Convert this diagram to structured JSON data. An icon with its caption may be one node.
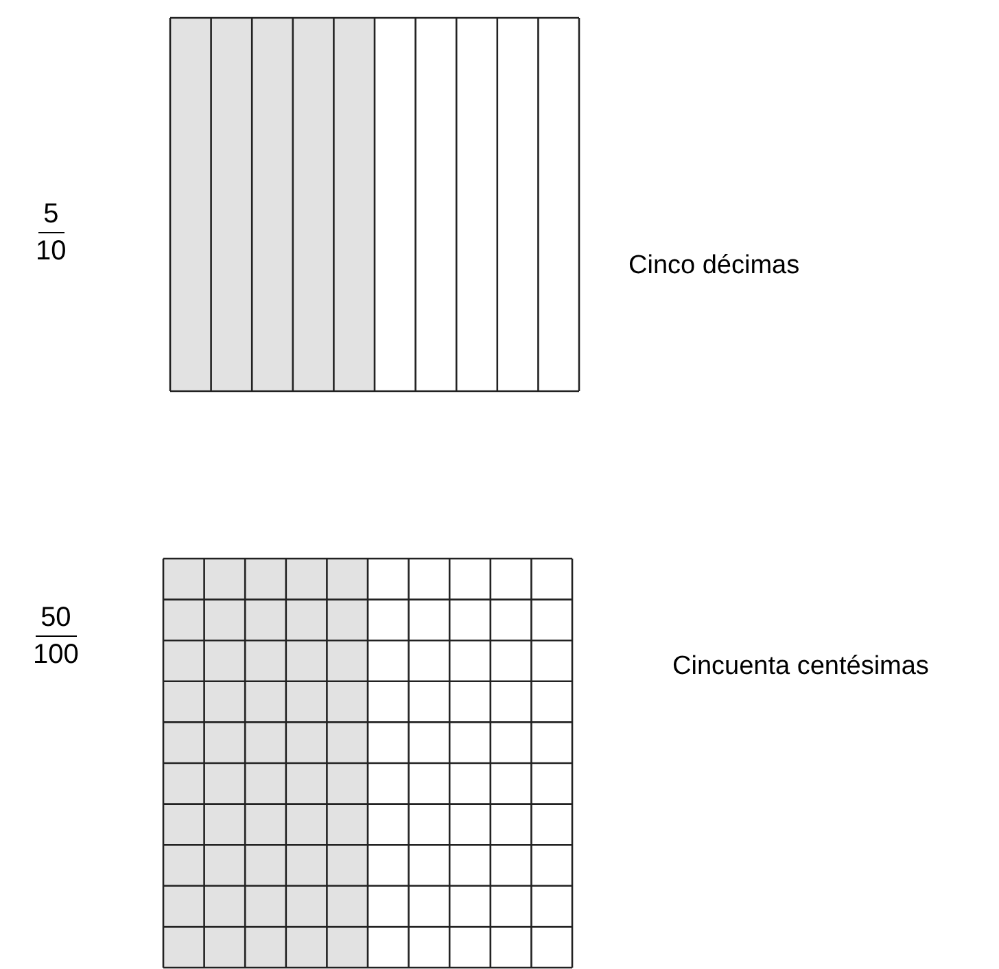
{
  "diagram": {
    "labels": [
      "5",
      "10",
      "Cinco décimas",
      "50",
      "100",
      "Cincuenta centésimas"
    ]
  }
}
